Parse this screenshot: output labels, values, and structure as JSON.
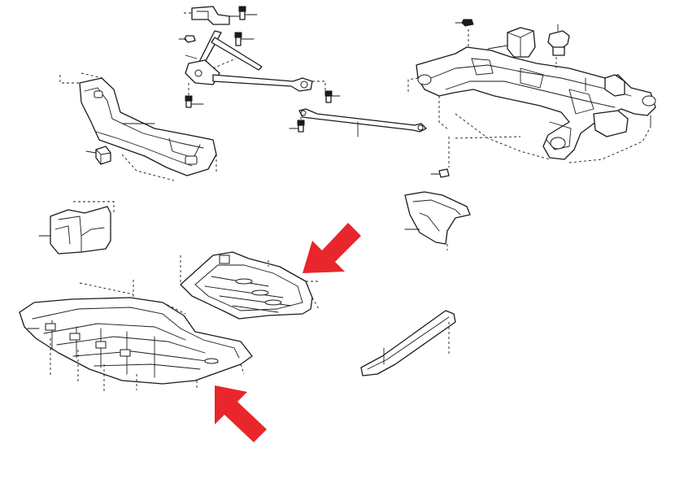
{
  "colors": {
    "line": "#1a1a1a",
    "background": "#ffffff",
    "arrow": "#e8262b"
  },
  "arrows": [
    {
      "name": "arrow-rear-under-cover",
      "icon": "red-arrow-icon",
      "direction": "down-left"
    },
    {
      "name": "arrow-front-under-cover",
      "icon": "red-arrow-icon",
      "direction": "up-left"
    }
  ]
}
